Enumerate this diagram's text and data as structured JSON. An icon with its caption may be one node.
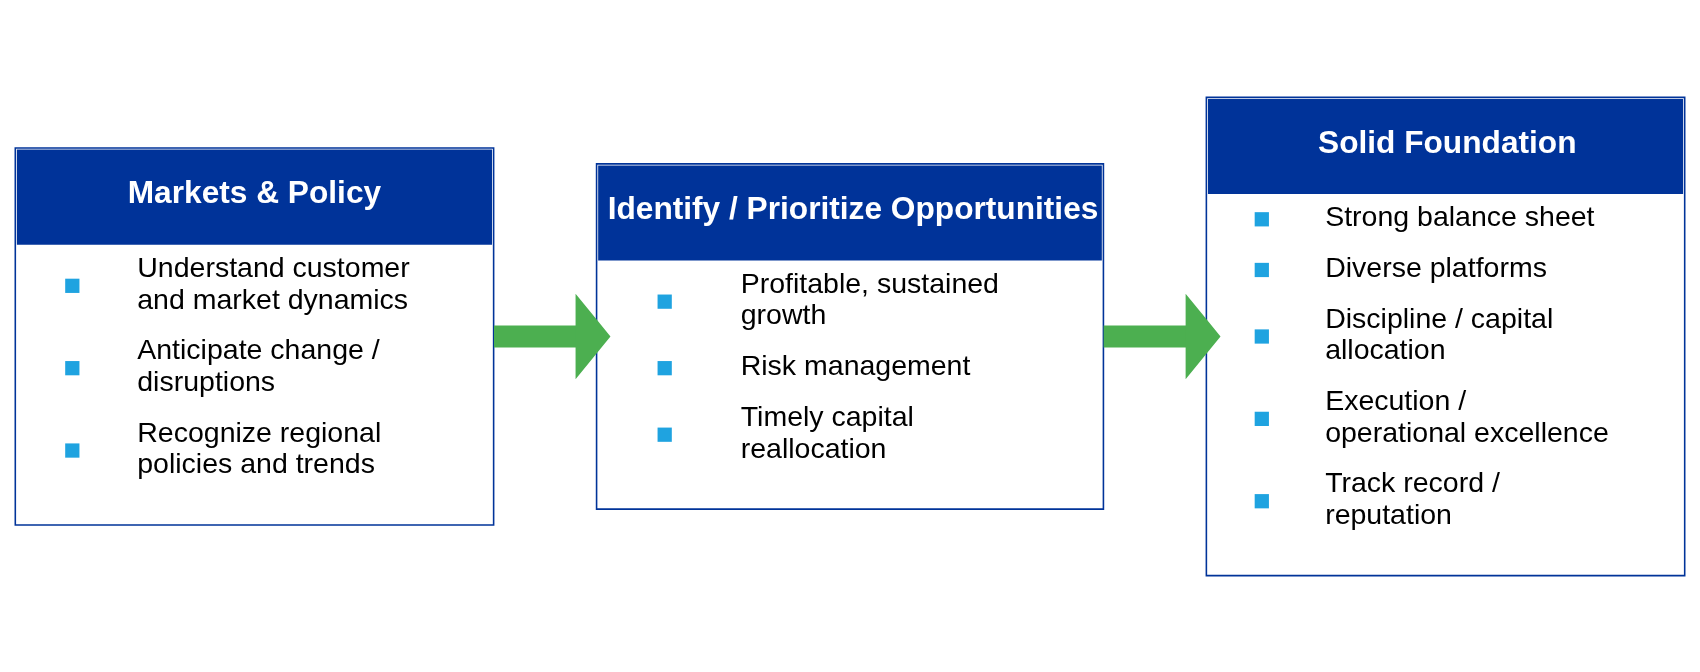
{
  "diagram": {
    "nodes": [
      {
        "text": [
          "Markets & Policy",
          "Understand customer and market dynamics",
          "Anticipate change / disruptions",
          "Recognize regional policies and trends"
        ]
      },
      {
        "text": [
          "Identify / Prioritize Opportunities",
          "Profitable, sustained growth",
          "Risk management",
          "Timely capital reallocation"
        ]
      },
      {
        "text": [
          "Solid Foundation",
          "Strong balance sheet",
          "Diverse platforms",
          "Discipline / capital allocation",
          "Execution / operational excellence",
          "Track record / reputation"
        ]
      }
    ],
    "edges": [
      {
        "from": 0,
        "to": 1,
        "arrow": "to"
      },
      {
        "from": 1,
        "to": 2,
        "arrow": "to"
      }
    ]
  }
}
